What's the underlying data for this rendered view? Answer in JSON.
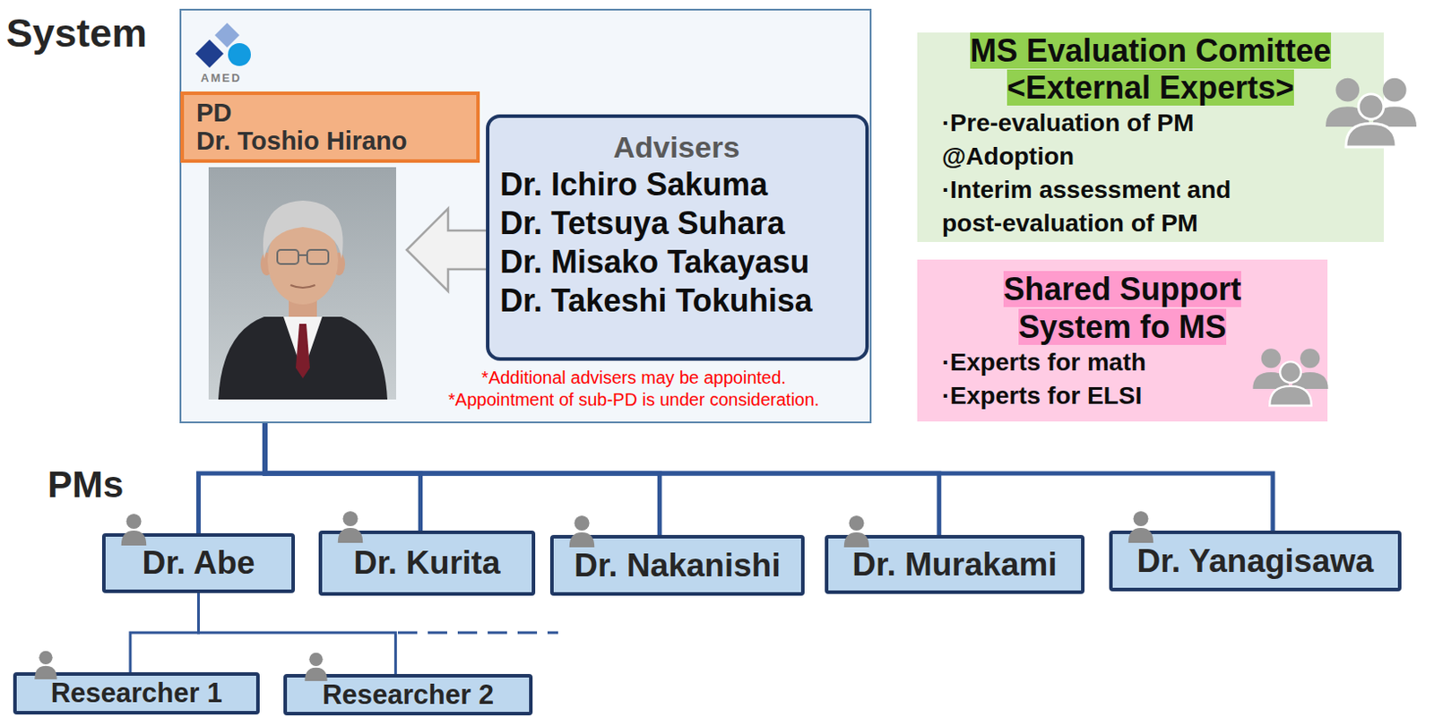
{
  "diagram": {
    "nodes": [
      {
        "text": [
          "System"
        ]
      },
      {
        "text": [
          "PD",
          "Dr. Toshio Hirano"
        ],
        "in": 0
      },
      {
        "text": [
          "Advisers",
          "Dr. Ichiro Sakuma",
          "Dr. Tetsuya Suhara",
          "Dr. Misako Takayasu",
          "Dr. Takeshi Tokuhisa"
        ],
        "in": 0
      },
      {
        "text": [
          "MS Evaluation Comittee <External Experts>",
          "·Pre-evaluation of PM @Adoption",
          "·Interim assessment and post-evaluation of PM"
        ]
      },
      {
        "text": [
          "Shared Support System fo MS",
          "·Experts for math",
          "·Experts for ELSI"
        ]
      },
      {
        "text": [
          "Dr. Abe"
        ]
      },
      {
        "text": [
          "Dr. Kurita"
        ]
      },
      {
        "text": [
          "Dr. Nakanishi"
        ]
      },
      {
        "text": [
          "Dr. Murakami"
        ]
      },
      {
        "text": [
          "Dr. Yanagisawa"
        ]
      },
      {
        "text": [
          "Researcher 1"
        ]
      },
      {
        "text": [
          "Researcher 2"
        ]
      }
    ],
    "edges": [
      {
        "from": 2,
        "to": 1,
        "arrow": "to"
      },
      {
        "from": 0,
        "to": 5,
        "arrow": "none"
      },
      {
        "from": 0,
        "to": 6,
        "arrow": "none"
      },
      {
        "from": 0,
        "to": 7,
        "arrow": "none"
      },
      {
        "from": 0,
        "to": 8,
        "arrow": "none"
      },
      {
        "from": 0,
        "to": 9,
        "arrow": "none"
      },
      {
        "from": 5,
        "to": 10,
        "arrow": "none"
      },
      {
        "from": 5,
        "to": 11,
        "arrow": "none"
      }
    ],
    "labels": [
      "AMED",
      "*Additional advisers may be appointed.",
      "*Appointment of sub-PD is under consideration.",
      "PMs"
    ]
  }
}
